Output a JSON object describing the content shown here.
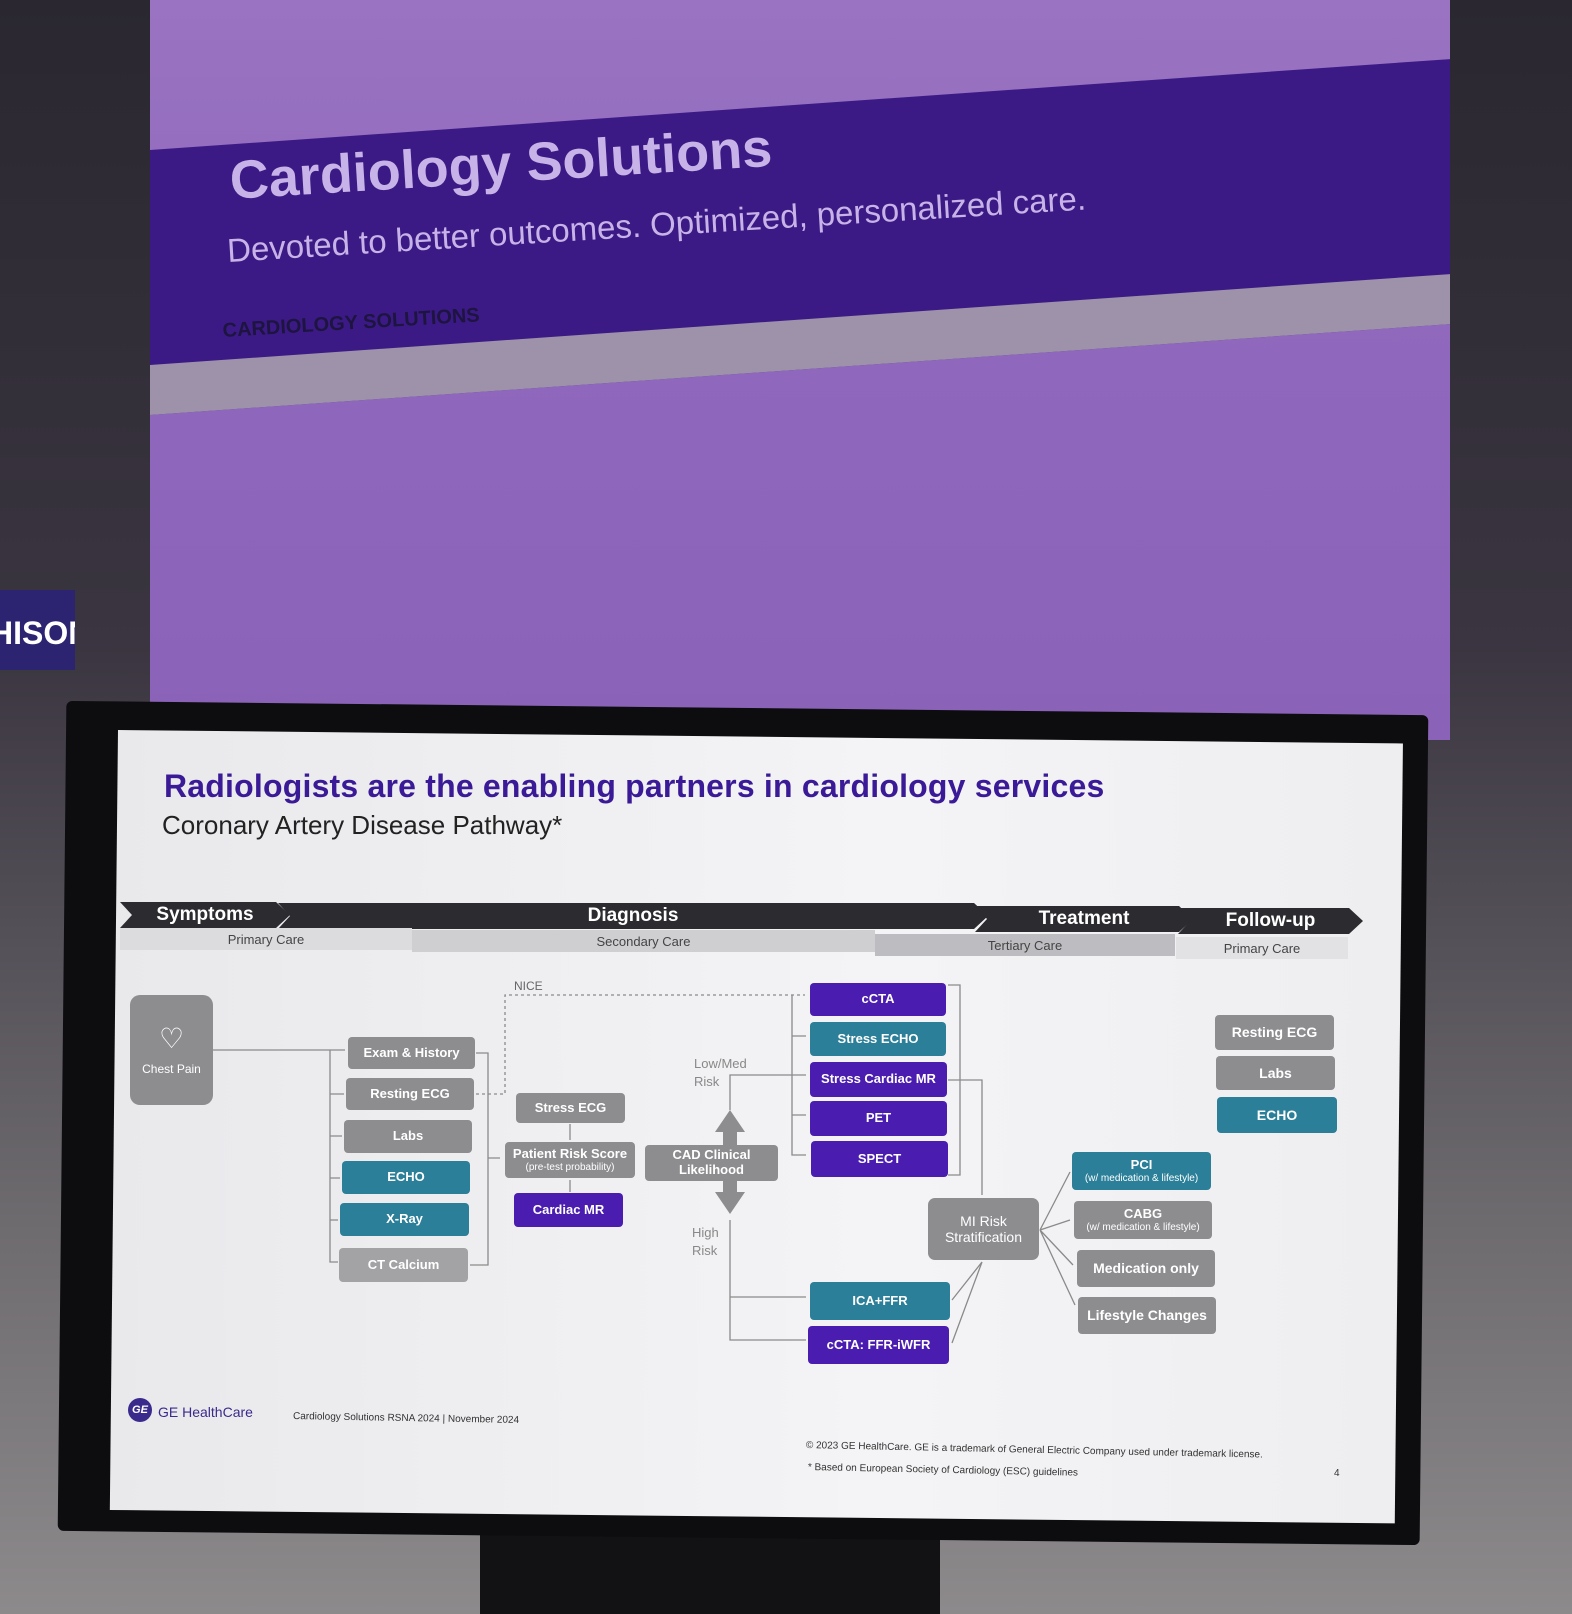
{
  "booth": {
    "title": "Cardiology Solutions",
    "subtitle": "Devoted to better outcomes. Optimized, personalized care.",
    "label": "CARDIOLOGY SOLUTIONS",
    "side_sign": "HISON"
  },
  "slide": {
    "title": "Radiologists are the enabling partners in cardiology services",
    "subtitle": "Coronary Artery Disease Pathway*",
    "phases": [
      "Symptoms",
      "Diagnosis",
      "Treatment",
      "Follow-up"
    ],
    "care_levels": [
      "Primary Care",
      "Secondary Care",
      "Tertiary Care",
      "Primary Care"
    ],
    "nodes": {
      "chest_pain": "Chest Pain",
      "primary": [
        "Exam & History",
        "Resting ECG",
        "Labs",
        "ECHO",
        "X-Ray",
        "CT Calcium"
      ],
      "stress_ecg": "Stress ECG",
      "risk_score": "Patient Risk Score",
      "risk_score_note": "(pre-test probability)",
      "cardiac_mr": "Cardiac MR",
      "cad": "CAD Clinical Likelihood",
      "tests": [
        "cCTA",
        "Stress ECHO",
        "Stress Cardiac MR",
        "PET",
        "SPECT"
      ],
      "invasive": [
        "ICA+FFR",
        "cCTA: FFR-iWFR"
      ],
      "mi_risk": "MI Risk Stratification",
      "treatments": [
        {
          "main": "PCI",
          "note": "(w/ medication & lifestyle)"
        },
        {
          "main": "CABG",
          "note": "(w/ medication & lifestyle)"
        },
        {
          "main": "Medication only",
          "note": ""
        },
        {
          "main": "Lifestyle Changes",
          "note": ""
        }
      ],
      "followup": [
        "Resting ECG",
        "Labs",
        "ECHO"
      ]
    },
    "labels": {
      "nice": "NICE",
      "low_med": "Low/Med",
      "low_med2": "Risk",
      "high": "High",
      "high2": "Risk"
    },
    "footer": {
      "brand": "GE HealthCare",
      "logo": "GE",
      "event": "Cardiology Solutions RSNA 2024 | November 2024",
      "copyright": "© 2023 GE HealthCare. GE is a trademark of General Electric Company used under trademark license.",
      "note": "* Based on European Society of Cardiology (ESC) guidelines",
      "page": "4"
    }
  },
  "colors": {
    "purple": "#4a1db0",
    "teal": "#2b7f98",
    "gray": "#8d8d90"
  }
}
